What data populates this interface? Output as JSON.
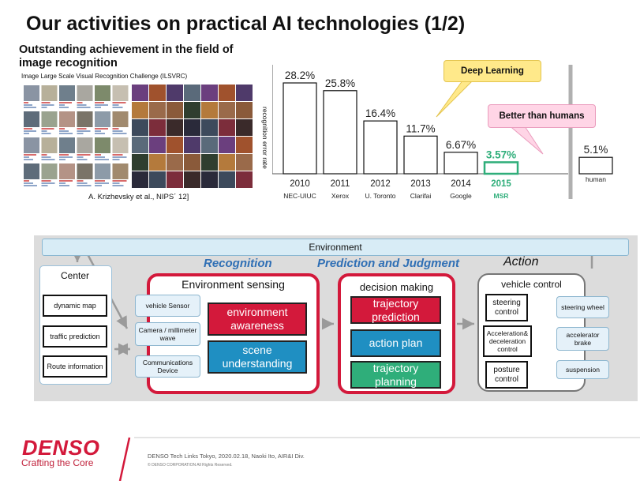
{
  "slide": {
    "title": "Our activities on practical AI technologies (1/2)",
    "subtitle": "Outstanding achievement in the field of image recognition",
    "challenge": "Image Large Scale Visual Recognition Challenge (ILSVRC)",
    "citation": "A. Krizhevsky et al., NIPS´ 12]"
  },
  "chart_data": {
    "type": "bar",
    "ylabel": "recognition error rate",
    "ylim": [
      0,
      30
    ],
    "categories": [
      "2010",
      "2011",
      "2012",
      "2013",
      "2014",
      "2015",
      "human"
    ],
    "teams": [
      "NEC-UIUC",
      "Xerox",
      "U. Toronto",
      "Clarifai",
      "Google",
      "MSR",
      ""
    ],
    "values": [
      28.2,
      25.8,
      16.4,
      11.7,
      6.67,
      3.57,
      5.1
    ],
    "labels": [
      "28.2%",
      "25.8%",
      "16.4%",
      "11.7%",
      "6.67%",
      "3.57%",
      "5.1%"
    ],
    "highlight_index": 5,
    "highlight_color": "#2fae7a",
    "annotations": [
      "Deep Learning",
      "Better than humans"
    ]
  },
  "diagram": {
    "environment": "Environment",
    "sections": {
      "recognition": "Recognition",
      "prediction": "Prediction and Judgment",
      "action": "Action"
    },
    "center": {
      "title": "Center",
      "items": [
        "dynamic map",
        "traffic prediction",
        "Route information"
      ]
    },
    "sensors": [
      "vehicle Sensor",
      "Camera / millimeter wave",
      "Communications Device"
    ],
    "env_sensing": {
      "title": "Environment  sensing",
      "items": [
        "environment awareness",
        "scene understanding"
      ]
    },
    "decision": {
      "title": "decision making",
      "items": [
        "trajectory prediction",
        "action plan",
        "trajectory planning"
      ]
    },
    "vehicle": {
      "title": "vehicle control",
      "items": [
        "steering control",
        "Acceleration& deceleration control",
        "posture control"
      ]
    },
    "actuators": [
      "steering wheel",
      "accelerator brake",
      "suspension"
    ]
  },
  "footer": {
    "logo": "DENSO",
    "tagline": "Crafting the Core",
    "line1": "DENSO Tech Links Tokyo, 2020.02.18, Naoki Ito, AIR&I Div.",
    "line2": "© DENSO CORPORATION All Rights Reserved."
  },
  "colors": {
    "brand_red": "#d3193b",
    "accent_blue": "#1f8fc2",
    "accent_green": "#2fae7a"
  }
}
